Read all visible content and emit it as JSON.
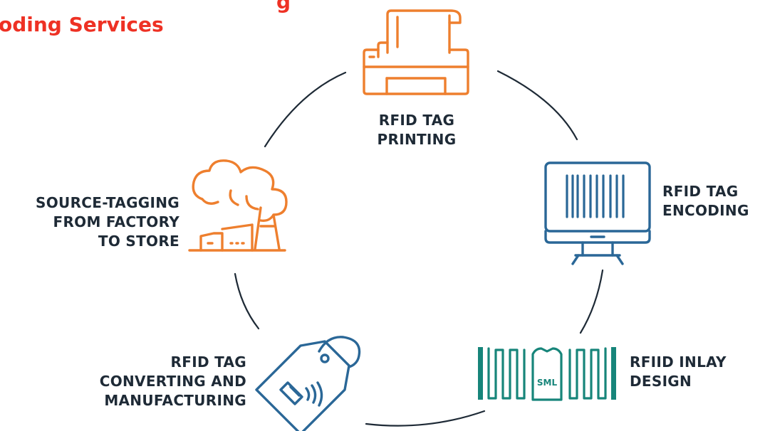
{
  "header": {
    "title_top_fragment": "g",
    "title_fragment": "oding Services"
  },
  "colors": {
    "accent_red": "#ee3124",
    "orange": "#ee7f2e",
    "blue": "#2a6797",
    "teal": "#17857a",
    "text": "#1e2a36",
    "arc": "#1e2a36"
  },
  "stages": [
    {
      "id": "printing",
      "icon": "printer-icon",
      "label_lines": [
        "RFID TAG",
        "PRINTING"
      ]
    },
    {
      "id": "encoding",
      "icon": "monitor-barcode-icon",
      "label_lines": [
        "RFID TAG",
        "ENCODING"
      ]
    },
    {
      "id": "inlay",
      "icon": "rfid-inlay-icon",
      "label_lines": [
        "RFIID INLAY",
        "DESIGN"
      ],
      "icon_text": "SML"
    },
    {
      "id": "converting",
      "icon": "hang-tag-icon",
      "label_lines": [
        "RFID TAG",
        "CONVERTING AND",
        "MANUFACTURING"
      ]
    },
    {
      "id": "source",
      "icon": "factory-icon",
      "label_lines": [
        "SOURCE-TAGGING",
        "FROM FACTORY",
        "TO STORE"
      ]
    }
  ]
}
